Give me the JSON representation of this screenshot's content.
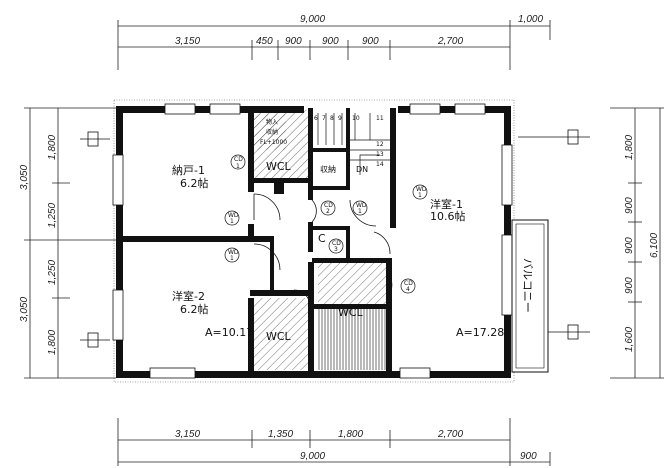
{
  "dimensions": {
    "top": {
      "total": "9,000",
      "extra": "1,000",
      "segments": [
        "3,150",
        "450",
        "900",
        "900",
        "900",
        "2,700"
      ]
    },
    "bottom": {
      "segments": [
        "3,150",
        "1,350",
        "1,800",
        "2,700"
      ],
      "total": "9,000",
      "extra": "900"
    },
    "left": {
      "upper_total": "3,050",
      "lower_total": "3,050",
      "segments": [
        "1,800",
        "1,250",
        "1,250",
        "1,800"
      ]
    },
    "right": {
      "total": "6,100",
      "segments": [
        "1,800",
        "900",
        "900",
        "900",
        "1,600"
      ]
    }
  },
  "rooms": {
    "storage1": {
      "name": "納戸-1",
      "size": "6.2帖"
    },
    "western2": {
      "name": "洋室-2",
      "size": "6.2帖",
      "area": "A=10.17"
    },
    "western1": {
      "name": "洋室-1",
      "size": "10.6帖",
      "area": "A=17.28"
    },
    "wcl_upper": "WCL",
    "wcl_lower_left": "WCL",
    "wcl_lower_right": "WCL",
    "storage_small": "収納",
    "closet_c": "C",
    "down": "DN",
    "balcony": "バルコニー",
    "attic": {
      "line1": "物入",
      "line2": "収納",
      "line3": "FL+1000"
    }
  },
  "stairs": [
    "6",
    "7",
    "8",
    "9",
    "10",
    "11",
    "12",
    "13",
    "14"
  ],
  "equipment": {
    "cd1": "CD",
    "cd1_num": "1",
    "cd2_num": "2",
    "cd3_num": "3",
    "cd4_num": "4",
    "wd": "WD",
    "wd_num": "1"
  }
}
